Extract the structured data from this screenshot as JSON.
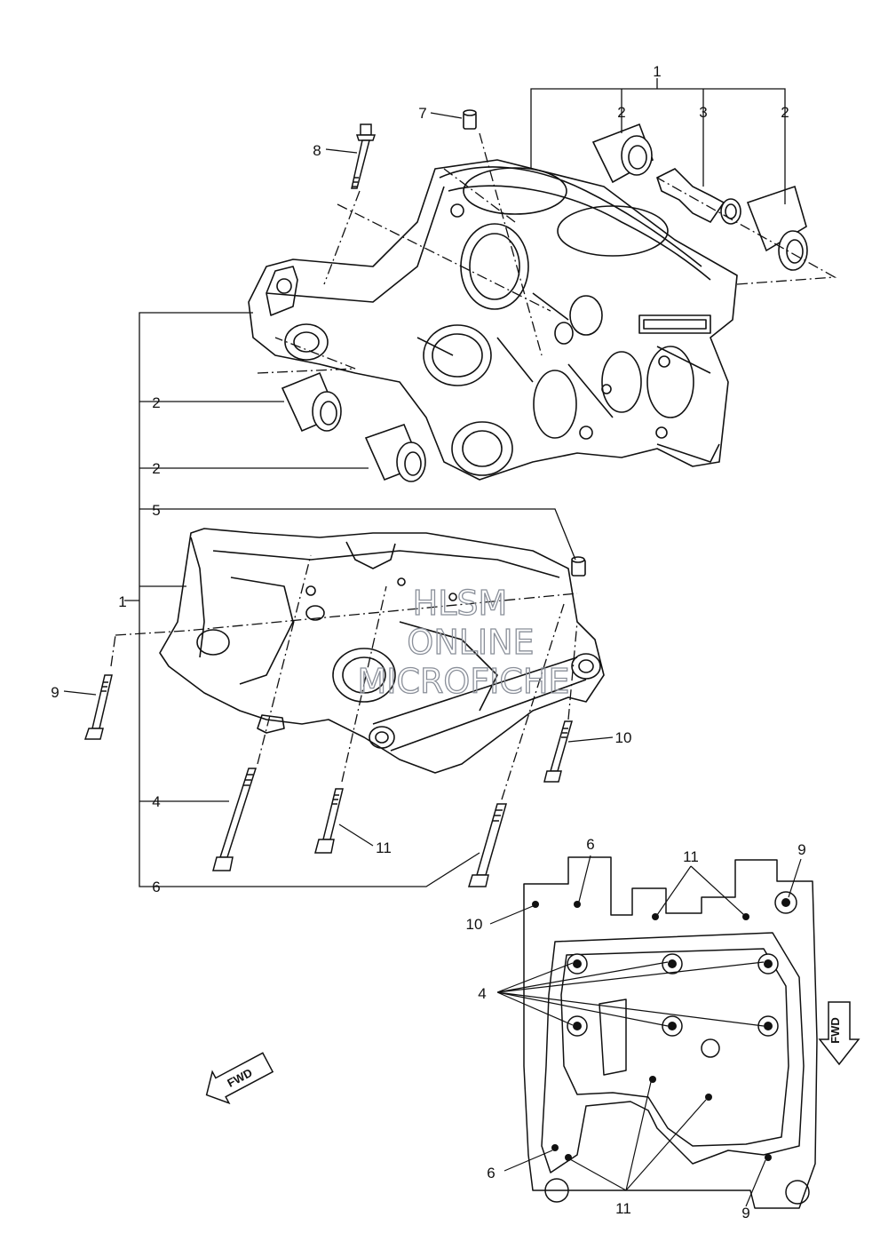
{
  "callouts": {
    "c1_top": "1",
    "c2_top_a": "2",
    "c3_top": "3",
    "c2_top_b": "2",
    "c7": "7",
    "c8": "8",
    "c2_left_a": "2",
    "c2_left_b": "2",
    "c5": "5",
    "c1_left": "1",
    "c9_left": "9",
    "c10_right": "10",
    "c4_left": "4",
    "c11_mid": "11",
    "c6_bottom": "6",
    "c6_inset_top": "6",
    "c11_inset_top": "11",
    "c9_inset_top": "9",
    "c10_inset": "10",
    "c4_inset": "4",
    "c6_inset_bottom": "6",
    "c11_inset_bottom": "11",
    "c9_inset_bottom": "9"
  },
  "watermark": {
    "line1": "HLSM",
    "line2": "ONLINE",
    "line3": "MICROFICHE"
  },
  "fwd_marks": {
    "left": "FWD",
    "right": "FWD"
  },
  "colors": {
    "line": "#111111",
    "watermark": "#8a8f99",
    "background": "#ffffff"
  }
}
